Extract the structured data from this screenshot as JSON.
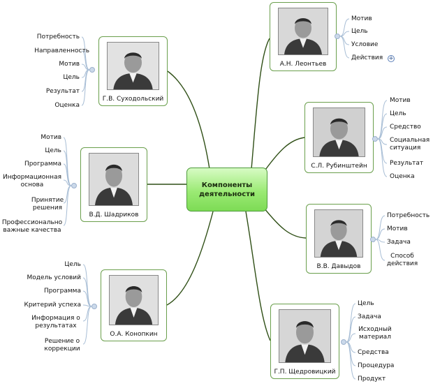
{
  "center": {
    "title": "Компоненты\nдеятельности"
  },
  "people": [
    {
      "name": "А.Н. Леонтьев",
      "items": [
        "Мотив",
        "Цель",
        "Условие",
        "Действия"
      ]
    },
    {
      "name": "Г.В. Суходольский",
      "items": [
        "Потребность",
        "Направленность",
        "Мотив",
        "Цель",
        "Результат",
        "Оценка"
      ]
    },
    {
      "name": "С.Л. Рубинштейн",
      "items": [
        "Мотив",
        "Цель",
        "Средство",
        "Социальная\nситуация",
        "Результат",
        "Оценка"
      ]
    },
    {
      "name": "В.Д. Шадриков",
      "items": [
        "Мотив",
        "Цель",
        "Программа",
        "Информационная\nоснова",
        "Принятие\nрешения",
        "Профессионально\nважные качества"
      ]
    },
    {
      "name": "В.В. Давыдов",
      "items": [
        "Потребность",
        "Мотив",
        "Задача",
        "Способ\nдействия"
      ]
    },
    {
      "name": "О.А. Конопкин",
      "items": [
        "Цель",
        "Модель условий",
        "Программа",
        "Критерий успеха",
        "Информация о\nрезультатах",
        "Решение о\nкоррекции"
      ]
    },
    {
      "name": "Г.П. Щедровицкий",
      "items": [
        "Цель",
        "Задача",
        "Исходный\nматериал",
        "Средства",
        "Процедура",
        "Продукт"
      ]
    }
  ],
  "colors": {
    "branch": "#2f4f16",
    "itemLine": "#a7bdd5",
    "cardBorder": "#6a9f4c",
    "center": "#9bea74"
  },
  "icons": {
    "expand": "plus-circle-icon"
  }
}
